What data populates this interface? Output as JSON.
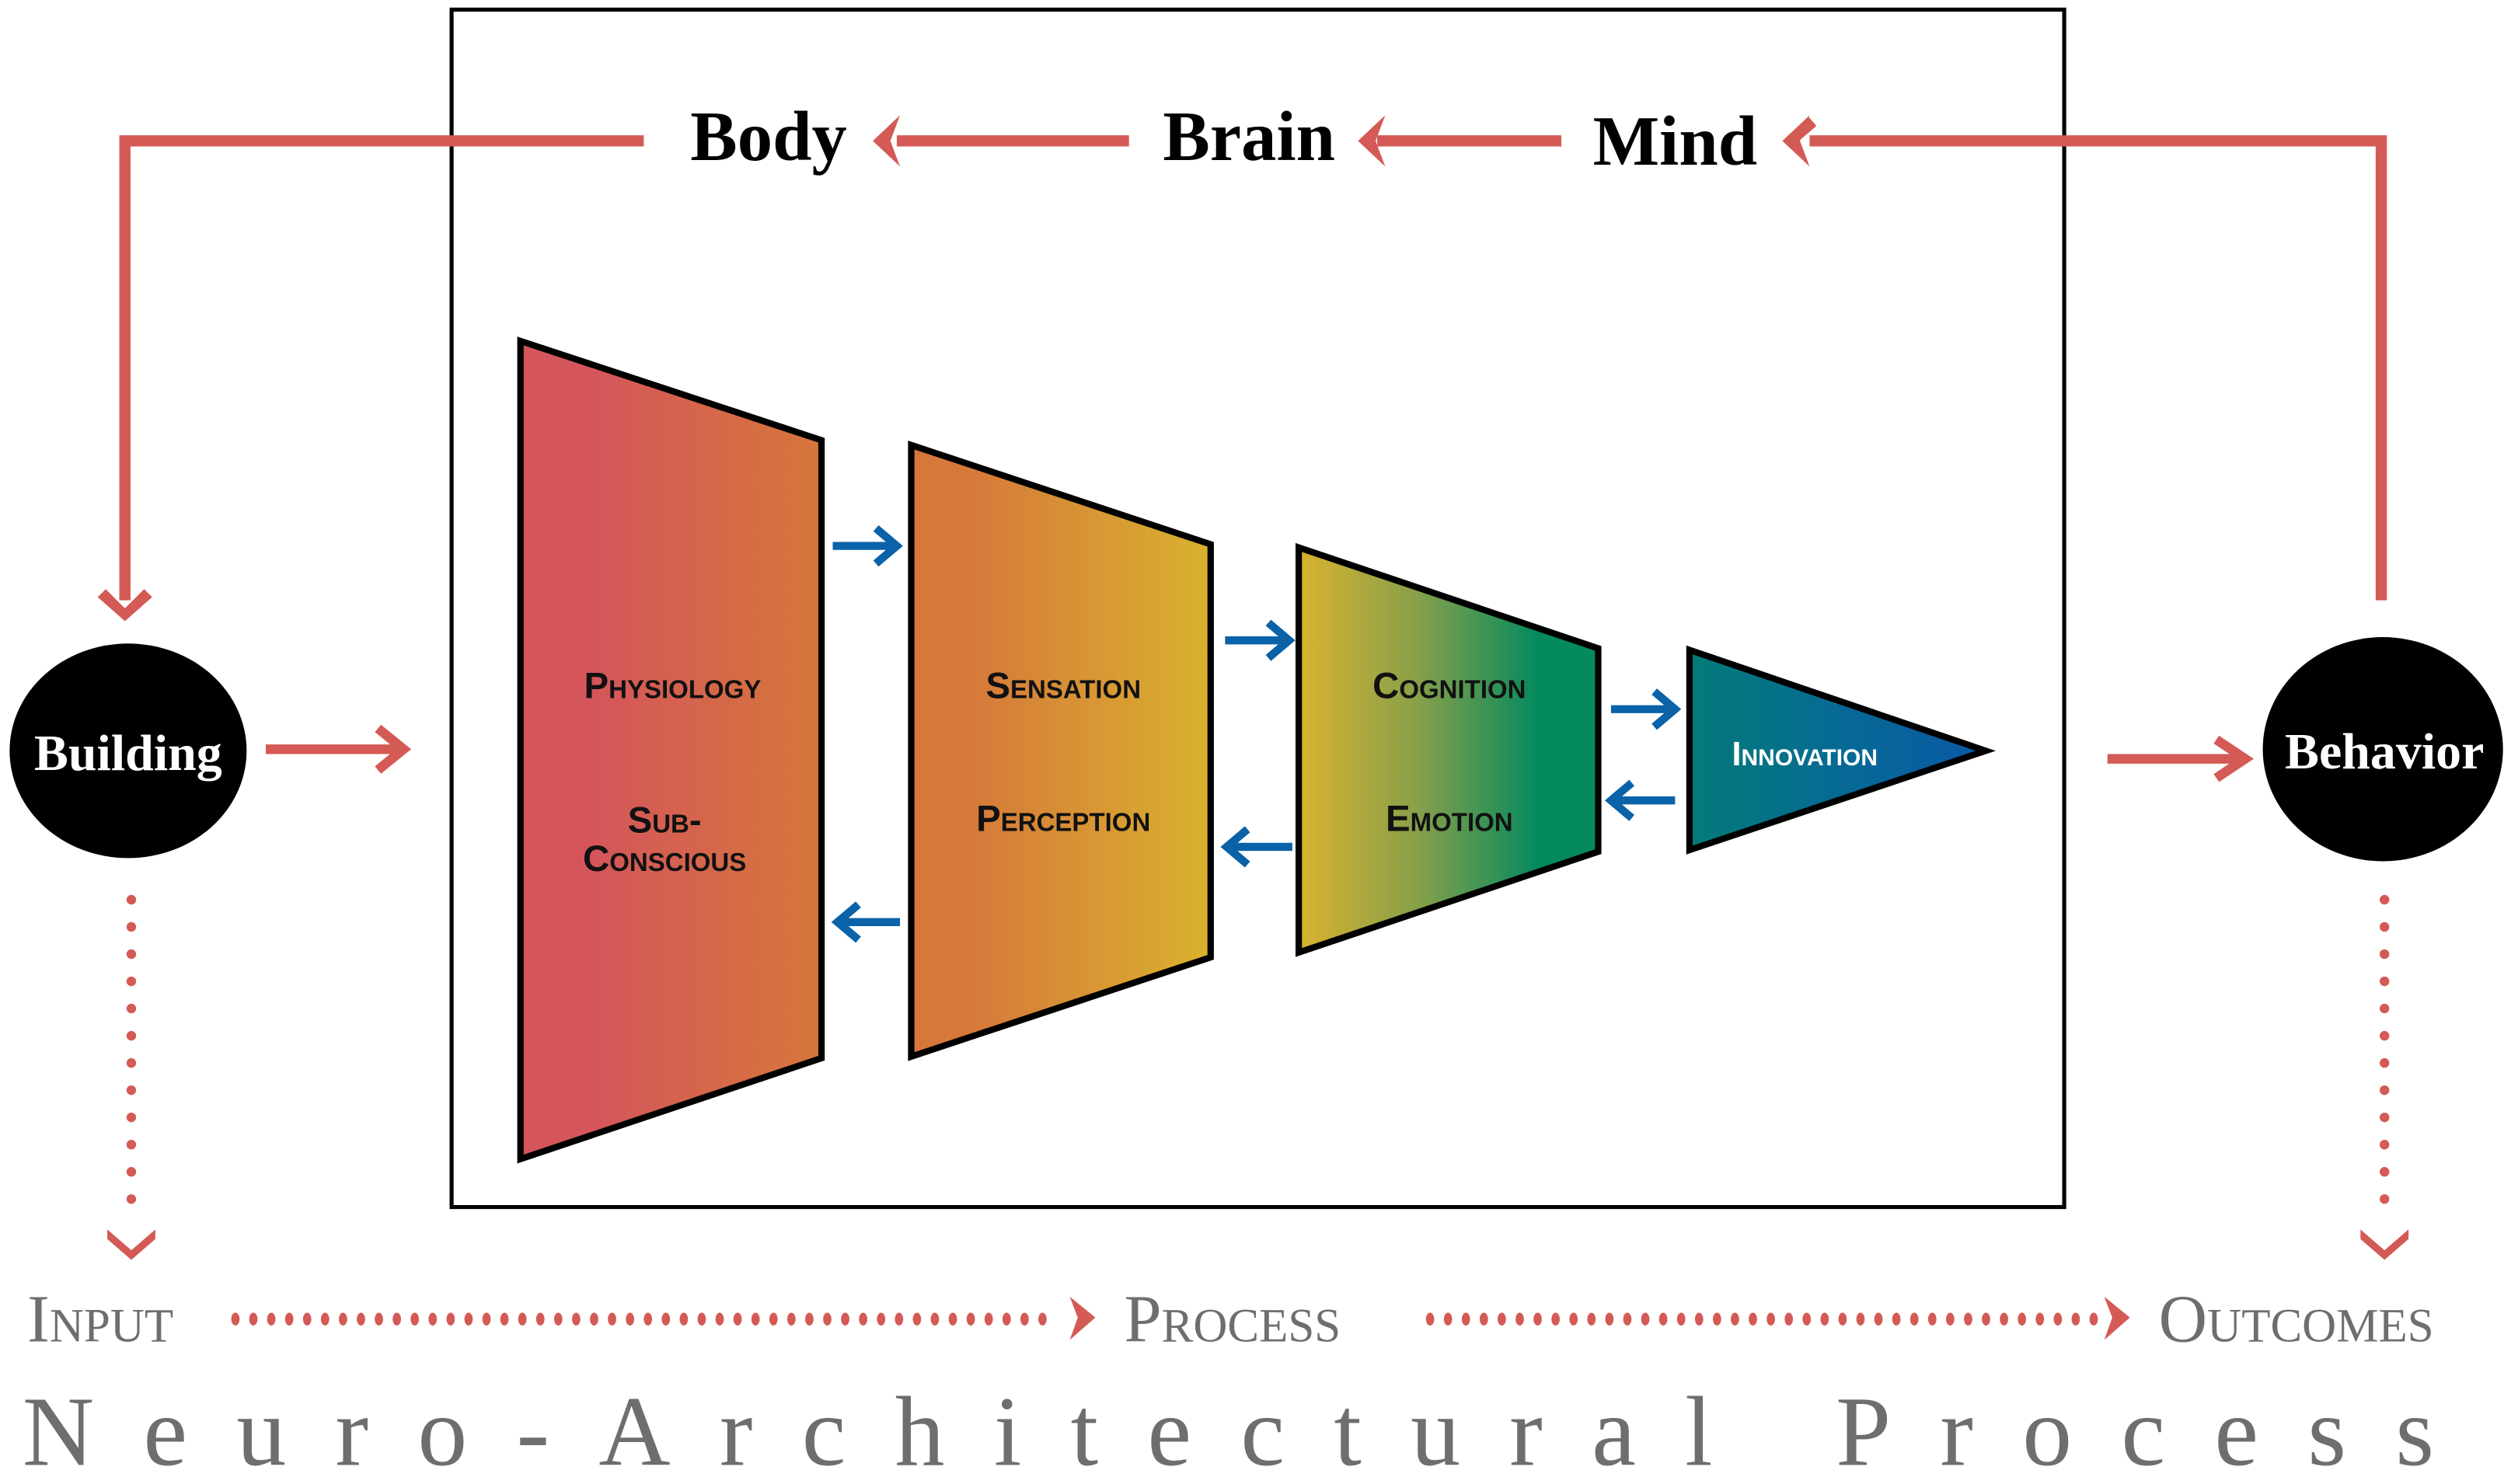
{
  "diagram": {
    "title": "Neuro-Architectural Process",
    "colors": {
      "red_arrow": "#d45a55",
      "blue_arrow": "#0a62a8",
      "gray_text": "#6d6e70",
      "node_fill": "#000000"
    },
    "top_chain": {
      "labels": [
        "Body",
        "Brain",
        "Mind"
      ],
      "direction": "right-to-left"
    },
    "nodes": {
      "input_node": "Building",
      "output_node": "Behavior"
    },
    "stages": [
      {
        "lines": [
          "Physiology",
          "Sub-",
          "Conscious"
        ],
        "gradient": [
          "#d4565a",
          "#d6793a"
        ]
      },
      {
        "lines": [
          "Sensation",
          "Perception"
        ],
        "gradient": [
          "#d6793a",
          "#d8b02f"
        ]
      },
      {
        "lines": [
          "Cognition",
          "Emotion"
        ],
        "gradient": [
          "#d8b02f",
          "#038a5e"
        ]
      },
      {
        "lines": [
          "Innovation"
        ],
        "gradient": [
          "#047b78",
          "#0a5aa3"
        ]
      }
    ],
    "flow": {
      "labels": [
        "Input",
        "Process",
        "Outcomes"
      ]
    }
  }
}
